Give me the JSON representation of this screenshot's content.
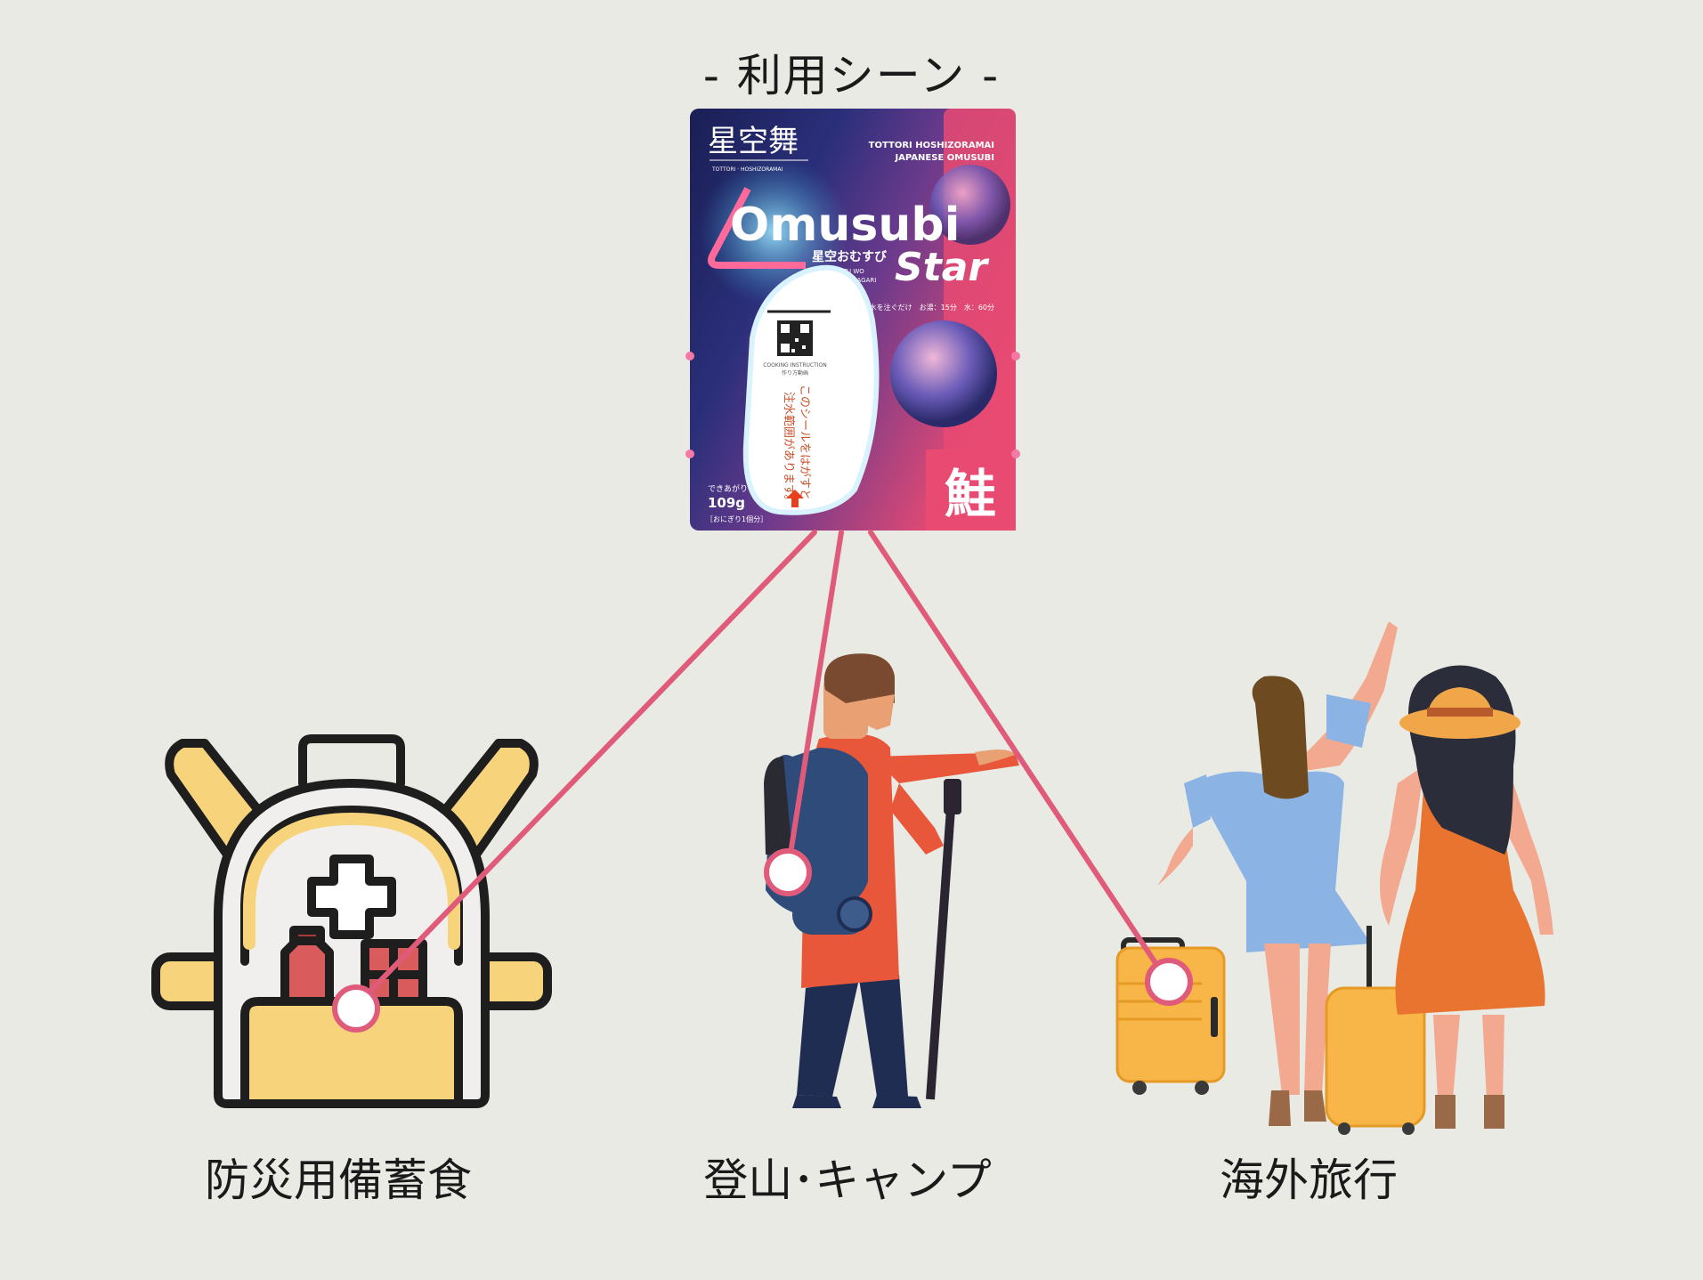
{
  "title": "- 利用シーン -",
  "scenes": [
    {
      "label": "防災用備蓄食"
    },
    {
      "label": "登山･キャンプ"
    },
    {
      "label": "海外旅行"
    }
  ],
  "package": {
    "brand": "星空舞",
    "brand_sub": "TOTTORI · HOSHIZORAMAI",
    "maker_line1": "TOTTORI HOSHIZORAMAI",
    "maker_line2": "JAPANESE OMUSUBI",
    "name": "Omusubi",
    "name2": "Star",
    "jp_name": "星空おむすび",
    "tag_line1": "OYU or MIZU WO",
    "tag_line2": "SOSOIDE DEKIAGARI",
    "instructions": "お湯か水を注ぐだけ　お湯：15分　水：60分",
    "cooking_en": "COOKING INSTRUCTION",
    "cooking_jp": "作り方動画",
    "seal_line1": "このシールをはがすと",
    "seal_line2": "注水範囲があります。",
    "weight_label": "できあがり",
    "weight": "109g",
    "weight_note": "［おにぎり1個分］",
    "flavor": "鮭"
  },
  "colors": {
    "connector": "#e05a7a",
    "pkg_pink": "#e84a72",
    "pkg_navy": "#1c1f4a",
    "pack_yellow": "#f7d47c"
  }
}
